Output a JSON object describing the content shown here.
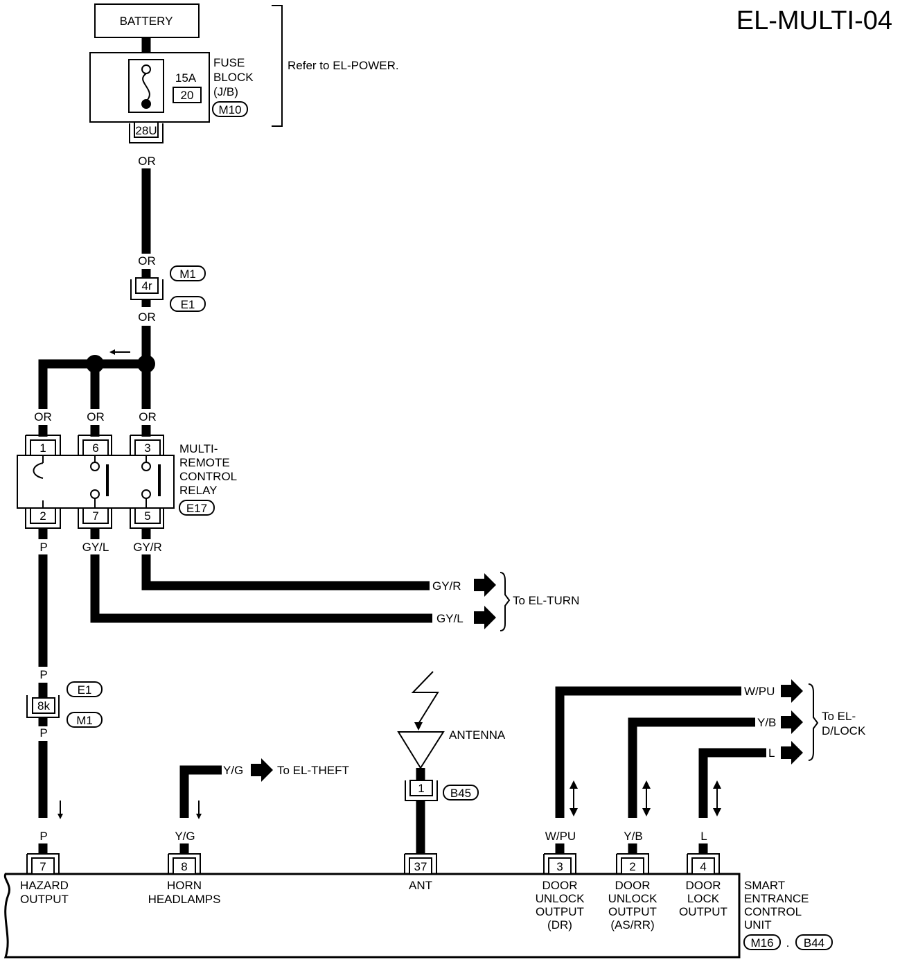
{
  "title": "EL-MULTI-04",
  "battery": {
    "label": "BATTERY"
  },
  "fuse_block": {
    "amperage": "15A",
    "fuse_number": "20",
    "label_line1": "FUSE",
    "label_line2": "BLOCK",
    "label_line3": "(J/B)",
    "connector": "M10",
    "terminal": "28U",
    "refer_note": "Refer to EL-POWER."
  },
  "wires": {
    "or_top": "OR",
    "or_mid1": "OR",
    "or_mid2": "OR",
    "or_relay_1": "OR",
    "or_relay_6": "OR",
    "or_relay_3": "OR",
    "p_relay": "P",
    "gy_l_relay": "GY/L",
    "gy_r_relay": "GY/R",
    "gy_r_out": "GY/R",
    "gy_l_out": "GY/L",
    "p_upper": "P",
    "p_lower": "P",
    "p_unit": "P",
    "y_g_out": "Y/G",
    "y_g_unit": "Y/G",
    "w_pu_out": "W/PU",
    "y_b_out": "Y/B",
    "l_out": "L",
    "w_pu_unit": "W/PU",
    "y_b_unit": "Y/B",
    "l_unit": "L"
  },
  "joint_connector_1": {
    "terminal": "4r",
    "connector_top": "M1",
    "connector_bottom": "E1"
  },
  "joint_connector_2": {
    "terminal": "8k",
    "connector_top": "E1",
    "connector_bottom": "M1"
  },
  "relay": {
    "label_line1": "MULTI-",
    "label_line2": "REMOTE",
    "label_line3": "CONTROL",
    "label_line4": "RELAY",
    "connector": "E17",
    "pins_top": [
      "1",
      "6",
      "3"
    ],
    "pins_bottom": [
      "2",
      "7",
      "5"
    ]
  },
  "references": {
    "turn": "To EL-TURN",
    "theft": "To EL-THEFT",
    "dlock_line1": "To EL-",
    "dlock_line2": "D/LOCK"
  },
  "antenna": {
    "label": "ANTENNA",
    "terminal": "1",
    "connector": "B45"
  },
  "control_unit": {
    "label_line1": "SMART",
    "label_line2": "ENTRANCE",
    "label_line3": "CONTROL",
    "label_line4": "UNIT",
    "connector_1": "M16",
    "separator": ".",
    "connector_2": "B44",
    "terminals": [
      "7",
      "8",
      "37",
      "3",
      "2",
      "4"
    ],
    "hazard_line1": "HAZARD",
    "hazard_line2": "OUTPUT",
    "horn_line1": "HORN",
    "horn_line2": "HEADLAMPS",
    "ant": "ANT",
    "dr_line1": "DOOR",
    "dr_line2": "UNLOCK",
    "dr_line3": "OUTPUT",
    "dr_line4": "(DR)",
    "asrr_line1": "DOOR",
    "asrr_line2": "UNLOCK",
    "asrr_line3": "OUTPUT",
    "asrr_line4": "(AS/RR)",
    "lock_line1": "DOOR",
    "lock_line2": "LOCK",
    "lock_line3": "OUTPUT"
  }
}
